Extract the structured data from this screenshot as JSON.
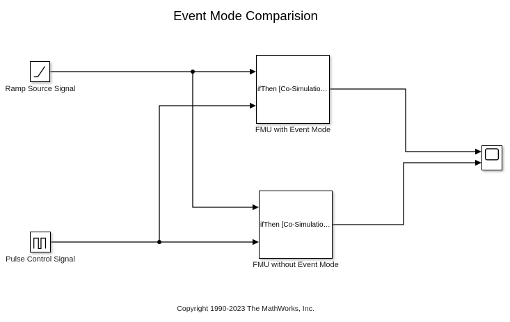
{
  "title": "Event Mode Comparision",
  "copyright": "Copyright 1990-2023 The MathWorks, Inc.",
  "colors": {
    "background": "#ffffff",
    "wire": "#000000",
    "block_border": "#000000"
  },
  "blocks": {
    "ramp": {
      "label": "Ramp Source Signal",
      "icon": "ramp-icon"
    },
    "pulse": {
      "label": "Pulse Control Signal",
      "icon": "pulse-icon"
    },
    "fmu_with": {
      "inner_text": "ifThen [Co-Simulatio…",
      "label": "FMU with Event Mode"
    },
    "fmu_without": {
      "inner_text": "ifThen [Co-Simulatio…",
      "label": "FMU without Event Mode"
    },
    "scope": {
      "icon": "scope-display-icon"
    }
  },
  "connections": [
    {
      "from": "Ramp Source Signal",
      "to": "FMU with Event Mode in1"
    },
    {
      "from": "Ramp Source Signal",
      "to": "FMU without Event Mode in1"
    },
    {
      "from": "Pulse Control Signal",
      "to": "FMU without Event Mode in2"
    },
    {
      "from": "Pulse Control Signal",
      "to": "FMU with Event Mode in2"
    },
    {
      "from": "FMU with Event Mode",
      "to": "Scope in1"
    },
    {
      "from": "FMU without Event Mode",
      "to": "Scope in2"
    }
  ]
}
